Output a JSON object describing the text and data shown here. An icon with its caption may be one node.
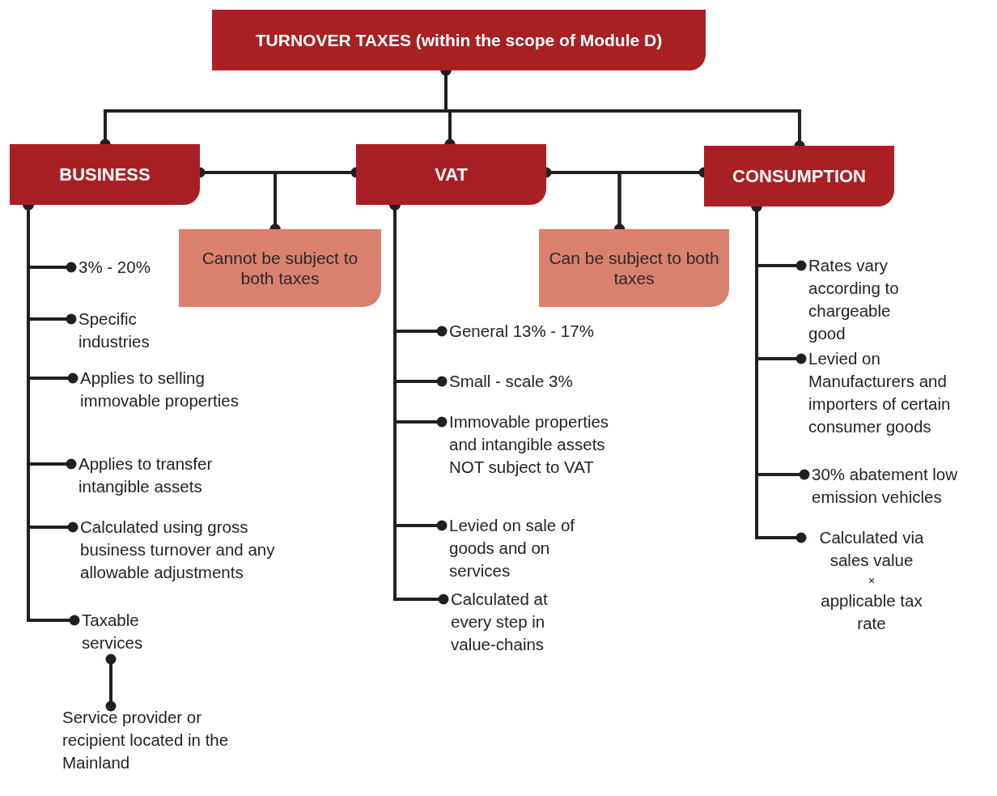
{
  "diagram": {
    "nodes": [
      {
        "text": [
          "TURNOVER TAXES (within the scope of Module D)"
        ]
      },
      {
        "text": [
          "BUSINESS"
        ]
      },
      {
        "text": [
          "VAT"
        ]
      },
      {
        "text": [
          "CONSUMPTION"
        ]
      },
      {
        "text": [
          "Cannot be subject to both taxes"
        ]
      },
      {
        "text": [
          "Can be subject to both taxes"
        ]
      },
      {
        "text": [
          "3% - 20%"
        ]
      },
      {
        "text": [
          "Specific industries"
        ]
      },
      {
        "text": [
          "Applies to selling immovable properties"
        ]
      },
      {
        "text": [
          "Applies to transfer intangible assets"
        ]
      },
      {
        "text": [
          "Calculated using gross business turnover and any allowable adjustments"
        ]
      },
      {
        "text": [
          "Taxable services"
        ]
      },
      {
        "text": [
          "Service provider or recipient located in the Mainland"
        ]
      },
      {
        "text": [
          "General 13% - 17%"
        ]
      },
      {
        "text": [
          "Small - scale 3%"
        ]
      },
      {
        "text": [
          "Immovable properties and intangible assets NOT subject to VAT"
        ]
      },
      {
        "text": [
          "Levied on sale of goods and on services"
        ]
      },
      {
        "text": [
          "Calculated at every step in value-chains"
        ]
      },
      {
        "text": [
          "Rates vary according to chargeable good"
        ]
      },
      {
        "text": [
          "Levied on Manufacturers and importers of certain consumer goods"
        ]
      },
      {
        "text": [
          "30% abatement low emission vehicles"
        ]
      },
      {
        "text": [
          "Calculated via sales value",
          "×",
          "applicable tax rate"
        ]
      }
    ],
    "edges": [
      {
        "from": 0,
        "to": 1,
        "arrow": "other"
      },
      {
        "from": 0,
        "to": 2,
        "arrow": "other"
      },
      {
        "from": 0,
        "to": 3,
        "arrow": "other"
      },
      {
        "from": 1,
        "to": 4,
        "arrow": "other"
      },
      {
        "from": 2,
        "to": 4,
        "arrow": "other"
      },
      {
        "from": 2,
        "to": 5,
        "arrow": "other"
      },
      {
        "from": 3,
        "to": 5,
        "arrow": "other"
      },
      {
        "from": 1,
        "to": 6,
        "arrow": "other"
      },
      {
        "from": 1,
        "to": 7,
        "arrow": "other"
      },
      {
        "from": 1,
        "to": 8,
        "arrow": "other"
      },
      {
        "from": 1,
        "to": 9,
        "arrow": "other"
      },
      {
        "from": 1,
        "to": 10,
        "arrow": "other"
      },
      {
        "from": 1,
        "to": 11,
        "arrow": "other"
      },
      {
        "from": 11,
        "to": 12,
        "arrow": "other"
      },
      {
        "from": 2,
        "to": 13,
        "arrow": "other"
      },
      {
        "from": 2,
        "to": 14,
        "arrow": "other"
      },
      {
        "from": 2,
        "to": 15,
        "arrow": "other"
      },
      {
        "from": 2,
        "to": 16,
        "arrow": "other"
      },
      {
        "from": 2,
        "to": 17,
        "arrow": "other"
      },
      {
        "from": 3,
        "to": 18,
        "arrow": "other"
      },
      {
        "from": 3,
        "to": 19,
        "arrow": "other"
      },
      {
        "from": 3,
        "to": 20,
        "arrow": "other"
      },
      {
        "from": 3,
        "to": 21,
        "arrow": "other"
      }
    ]
  }
}
